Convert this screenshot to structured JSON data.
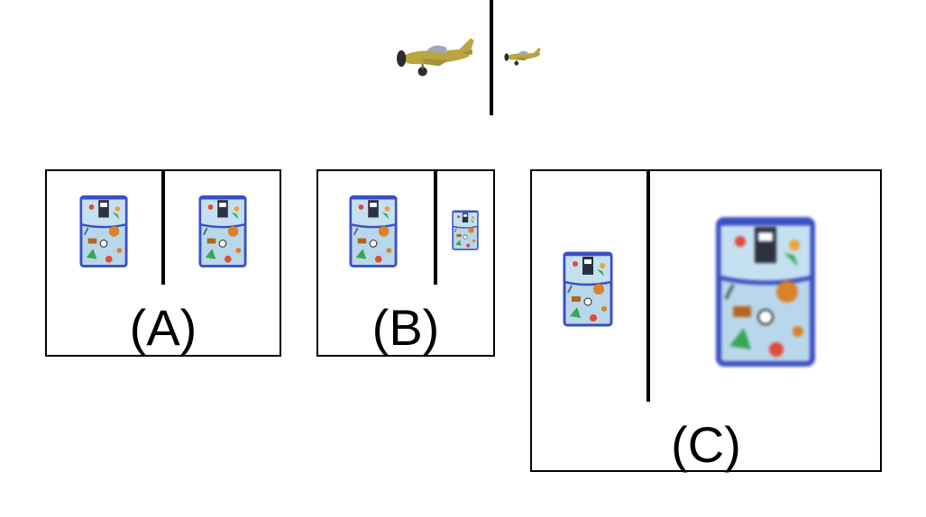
{
  "options": [
    {
      "key": "A",
      "label": "(A)"
    },
    {
      "key": "B",
      "label": "(B)"
    },
    {
      "key": "C",
      "label": "(C)"
    }
  ],
  "icons": {
    "reference": "airplane-icon",
    "item": "lunch-bag-icon"
  },
  "colors": {
    "plane_body": "#b8a640",
    "bag_fabric": "#b9d7ea",
    "bag_border": "#3b4fc4"
  }
}
